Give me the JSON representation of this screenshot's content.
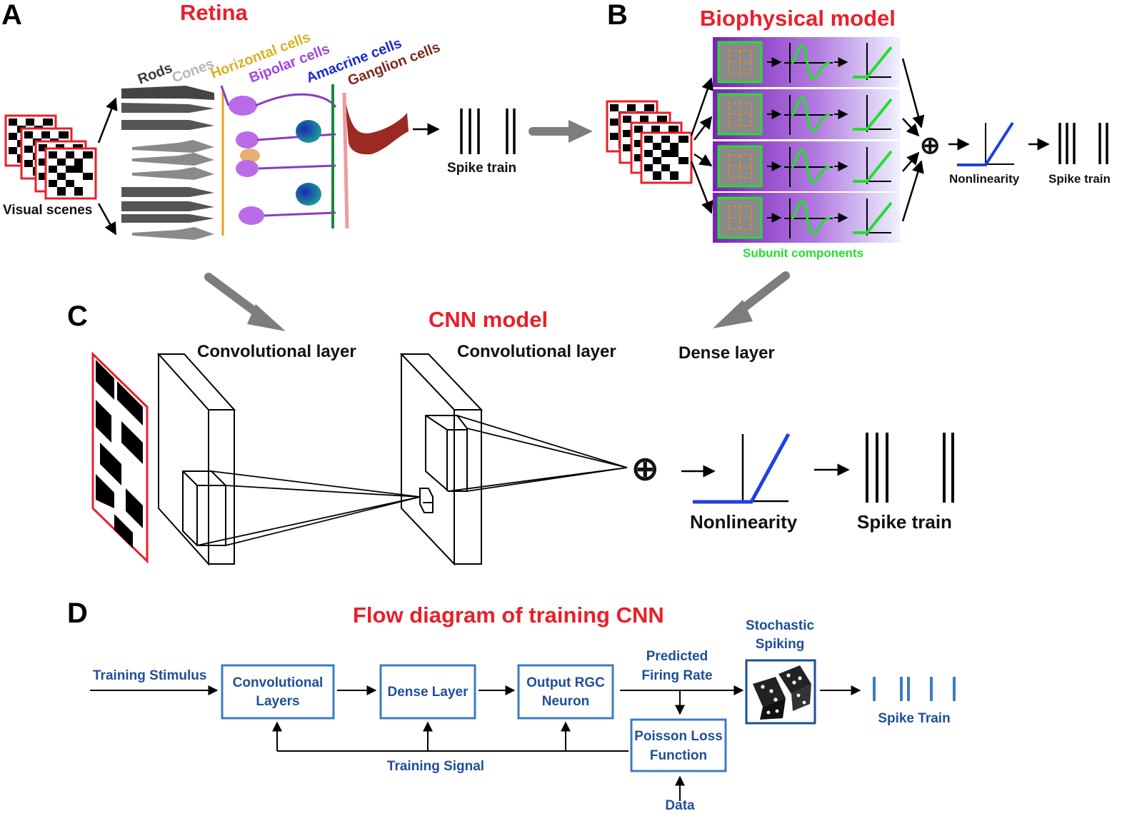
{
  "panels": {
    "a": {
      "letter": "A",
      "title": "Retina",
      "visual_scenes": "Visual scenes",
      "spike_train": "Spike train",
      "cells": {
        "rods": "Rods",
        "cones": "Cones",
        "horizontal": "Horizontal cells",
        "bipolar": "Bipolar cells",
        "amacrine": "Amacrine cells",
        "ganglion": "Ganglion cells"
      }
    },
    "b": {
      "letter": "B",
      "title": "Biophysical model",
      "subunits": "Subunit components",
      "sum_symbol": "⊕",
      "nonlinearity": "Nonlinearity",
      "spike_train": "Spike train"
    },
    "c": {
      "letter": "C",
      "title": "CNN model",
      "conv1": "Convolutional layer",
      "conv2": "Convolutional layer",
      "dense": "Dense layer",
      "sum_symbol": "⊕",
      "nonlinearity": "Nonlinearity",
      "spike_train": "Spike train"
    },
    "d": {
      "letter": "D",
      "title": "Flow diagram of training CNN",
      "training_stimulus": "Training Stimulus",
      "conv_line1": "Convolutional",
      "conv_line2": "Layers",
      "dense": "Dense Layer",
      "output_line1": "Output RGC",
      "output_line2": "Neuron",
      "predicted_line1": "Predicted",
      "predicted_line2": "Firing Rate",
      "stochastic_line1": "Stochastic",
      "stochastic_line2": "Spiking",
      "spike_train": "Spike Train",
      "loss_line1": "Poisson Loss",
      "loss_line2": "Function",
      "training_signal": "Training Signal",
      "data": "Data"
    }
  },
  "colors": {
    "title_red": "#e8202a",
    "flow_blue": "#1f4e99",
    "box_blue": "#3a7cc3",
    "green": "#22e02a",
    "relu_blue": "#2040e0",
    "gray_arrow": "#7d7d7d",
    "purple": "#8a2bc4"
  }
}
